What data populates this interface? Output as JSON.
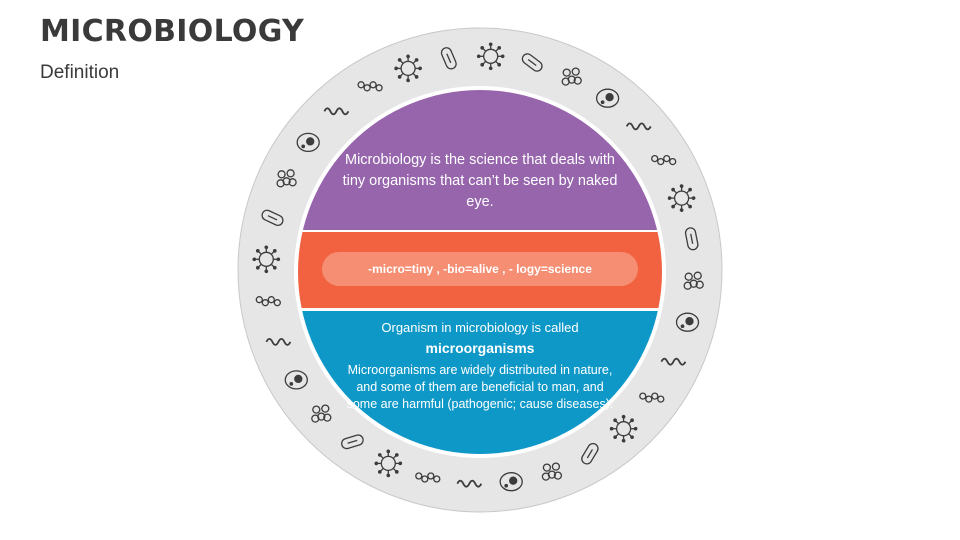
{
  "header": {
    "title": "MICROBIOLOGY",
    "subtitle": "Definition"
  },
  "diagram": {
    "top_section": {
      "text": "Microbiology is the science that deals with tiny organisms that can’t be seen by naked eye.",
      "color": "#9665AC"
    },
    "middle_section": {
      "text": "-micro=tiny , -bio=alive , - logy=science",
      "color": "#F26240",
      "pill_color": "#F58E72"
    },
    "bottom_section": {
      "label": "Organism in microbiology is called",
      "term": "microorganisms",
      "description": "Microorganisms are widely distributed in nature, and some of them are beneficial to man, and some are harmful (pathogenic; cause diseases).",
      "color": "#0E98C8"
    },
    "ring_color": "#E6E6E6",
    "icon_color": "#3c3c3c",
    "ring_icons": [
      "worm-icon",
      "virus-icon",
      "bacterium-cluster-icon",
      "cell-icon",
      "bacillus-icon",
      "diplococcus-icon",
      "protozoa-icon",
      "amoeba-icon",
      "germ-icon",
      "spirillum-icon",
      "streptococcus-icon",
      "coccus-icon",
      "phage-icon",
      "yeast-icon",
      "rod-bacterium-icon",
      "virus-icon",
      "coronavirus-icon",
      "mold-icon",
      "vibrio-icon",
      "staphylococcus-icon",
      "paramecium-icon",
      "flagellate-icon",
      "germ-icon",
      "bacillus-icon",
      "virus-icon",
      "spiral-icon",
      "cell-icon",
      "coccus-icon",
      "algae-icon",
      "microbe-icon",
      "diatom-icon",
      "virus-icon"
    ]
  }
}
